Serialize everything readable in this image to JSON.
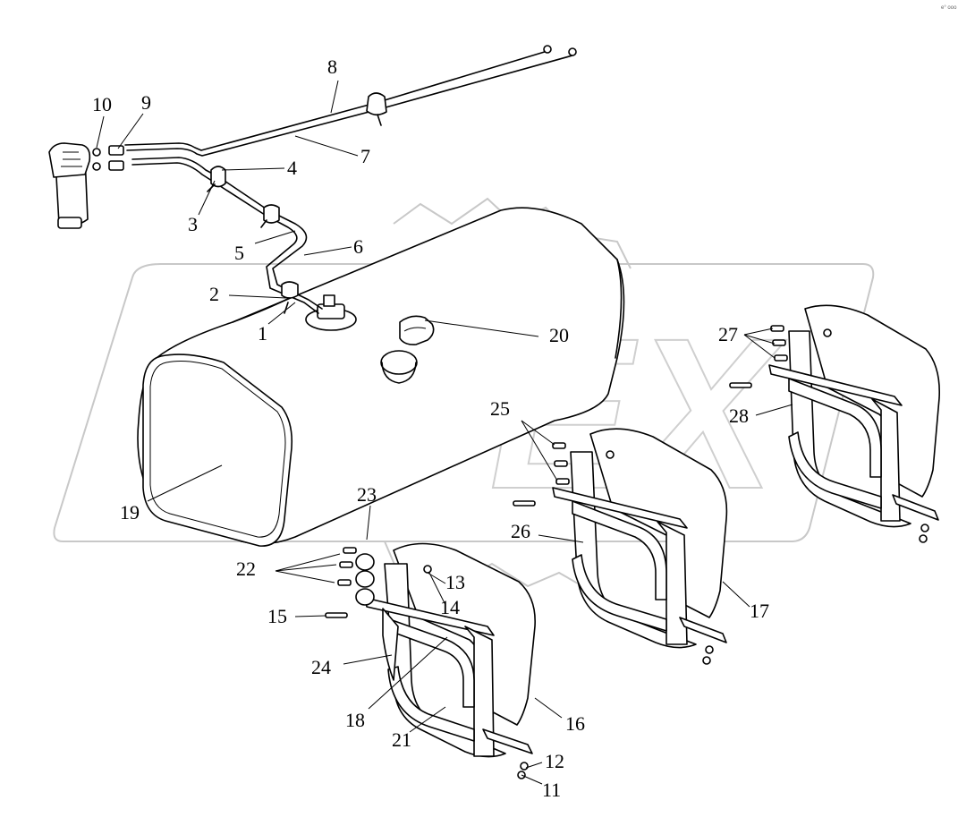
{
  "corner_mark": "e° ooo",
  "watermark": {
    "text": "OPEX",
    "color": "#c8c8c8"
  },
  "callouts": [
    "1",
    "2",
    "3",
    "4",
    "5",
    "6",
    "7",
    "8",
    "9",
    "10",
    "11",
    "12",
    "13",
    "14",
    "15",
    "16",
    "17",
    "18",
    "19",
    "20",
    "21",
    "22",
    "23",
    "24",
    "25",
    "26",
    "27",
    "28"
  ]
}
